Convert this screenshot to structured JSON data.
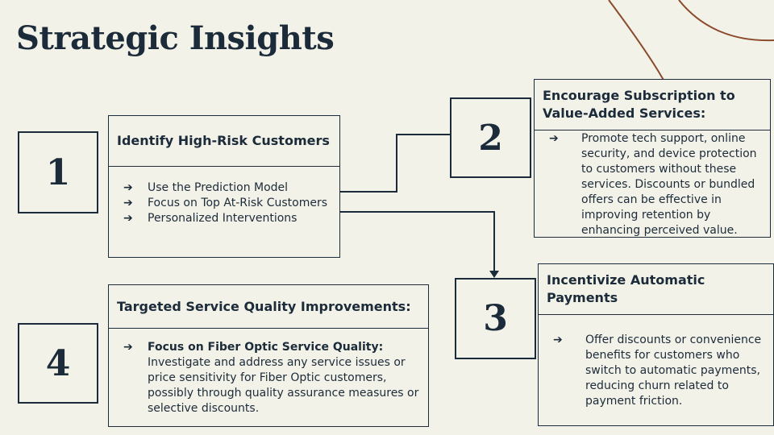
{
  "title": "Strategic Insights",
  "colors": {
    "background": "#f3f2e8",
    "ink": "#1c2b3a",
    "accent_curve": "#8b4a2b"
  },
  "steps": [
    {
      "number": "1",
      "heading": "Identify High-Risk Customers",
      "bullets": [
        "Use the Prediction Model",
        "Focus on Top At-Risk Customers",
        "Personalized Interventions"
      ]
    },
    {
      "number": "2",
      "heading": "Encourage Subscription to Value-Added Services:",
      "bullets": [
        "Promote tech support, online security, and device protection to customers without these services. Discounts or bundled offers can be effective in improving retention by enhancing perceived value."
      ]
    },
    {
      "number": "3",
      "heading": "Incentivize Automatic Payments",
      "bullets": [
        "Offer discounts or convenience benefits for customers who switch to automatic payments, reducing churn related to payment friction."
      ]
    },
    {
      "number": "4",
      "heading": "Targeted Service Quality Improvements:",
      "bullet_bold": "Focus on Fiber Optic Service Quality:",
      "bullet_text": "Investigate and address any service issues or price sensitivity for Fiber Optic customers, possibly through quality assurance measures or selective discounts."
    }
  ],
  "arrow_glyph": "➔"
}
